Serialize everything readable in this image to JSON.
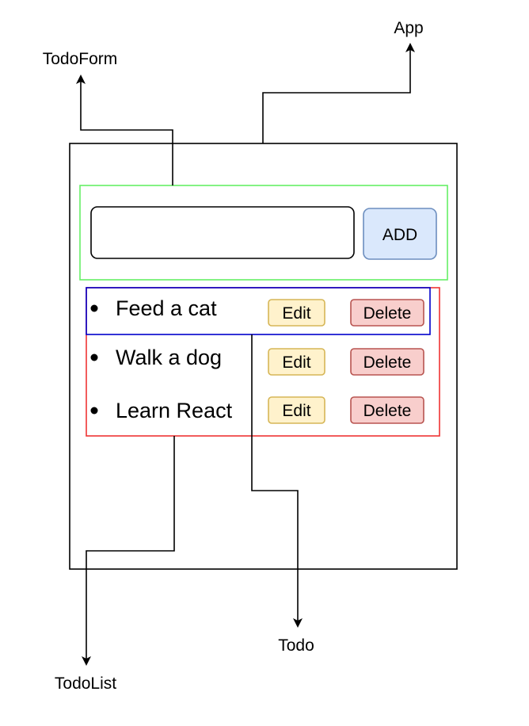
{
  "labels": {
    "app": "App",
    "todo_form": "TodoForm",
    "todo_list": "TodoList",
    "todo": "Todo"
  },
  "form": {
    "input_value": "",
    "add_label": "ADD"
  },
  "todos": [
    {
      "text": "Feed a cat",
      "edit_label": "Edit",
      "delete_label": "Delete"
    },
    {
      "text": "Walk a dog",
      "edit_label": "Edit",
      "delete_label": "Delete"
    },
    {
      "text": "Learn React",
      "edit_label": "Edit",
      "delete_label": "Delete"
    }
  ],
  "colors": {
    "app_border": "#000000",
    "form_border": "#66ee66",
    "list_border": "#ee3333",
    "todo_border": "#0000cc",
    "add_fill": "#dae8fc",
    "add_stroke": "#6c8ebf",
    "edit_fill": "#fff2cc",
    "edit_stroke": "#d6b656",
    "delete_fill": "#f8cecc",
    "delete_stroke": "#b85450"
  }
}
